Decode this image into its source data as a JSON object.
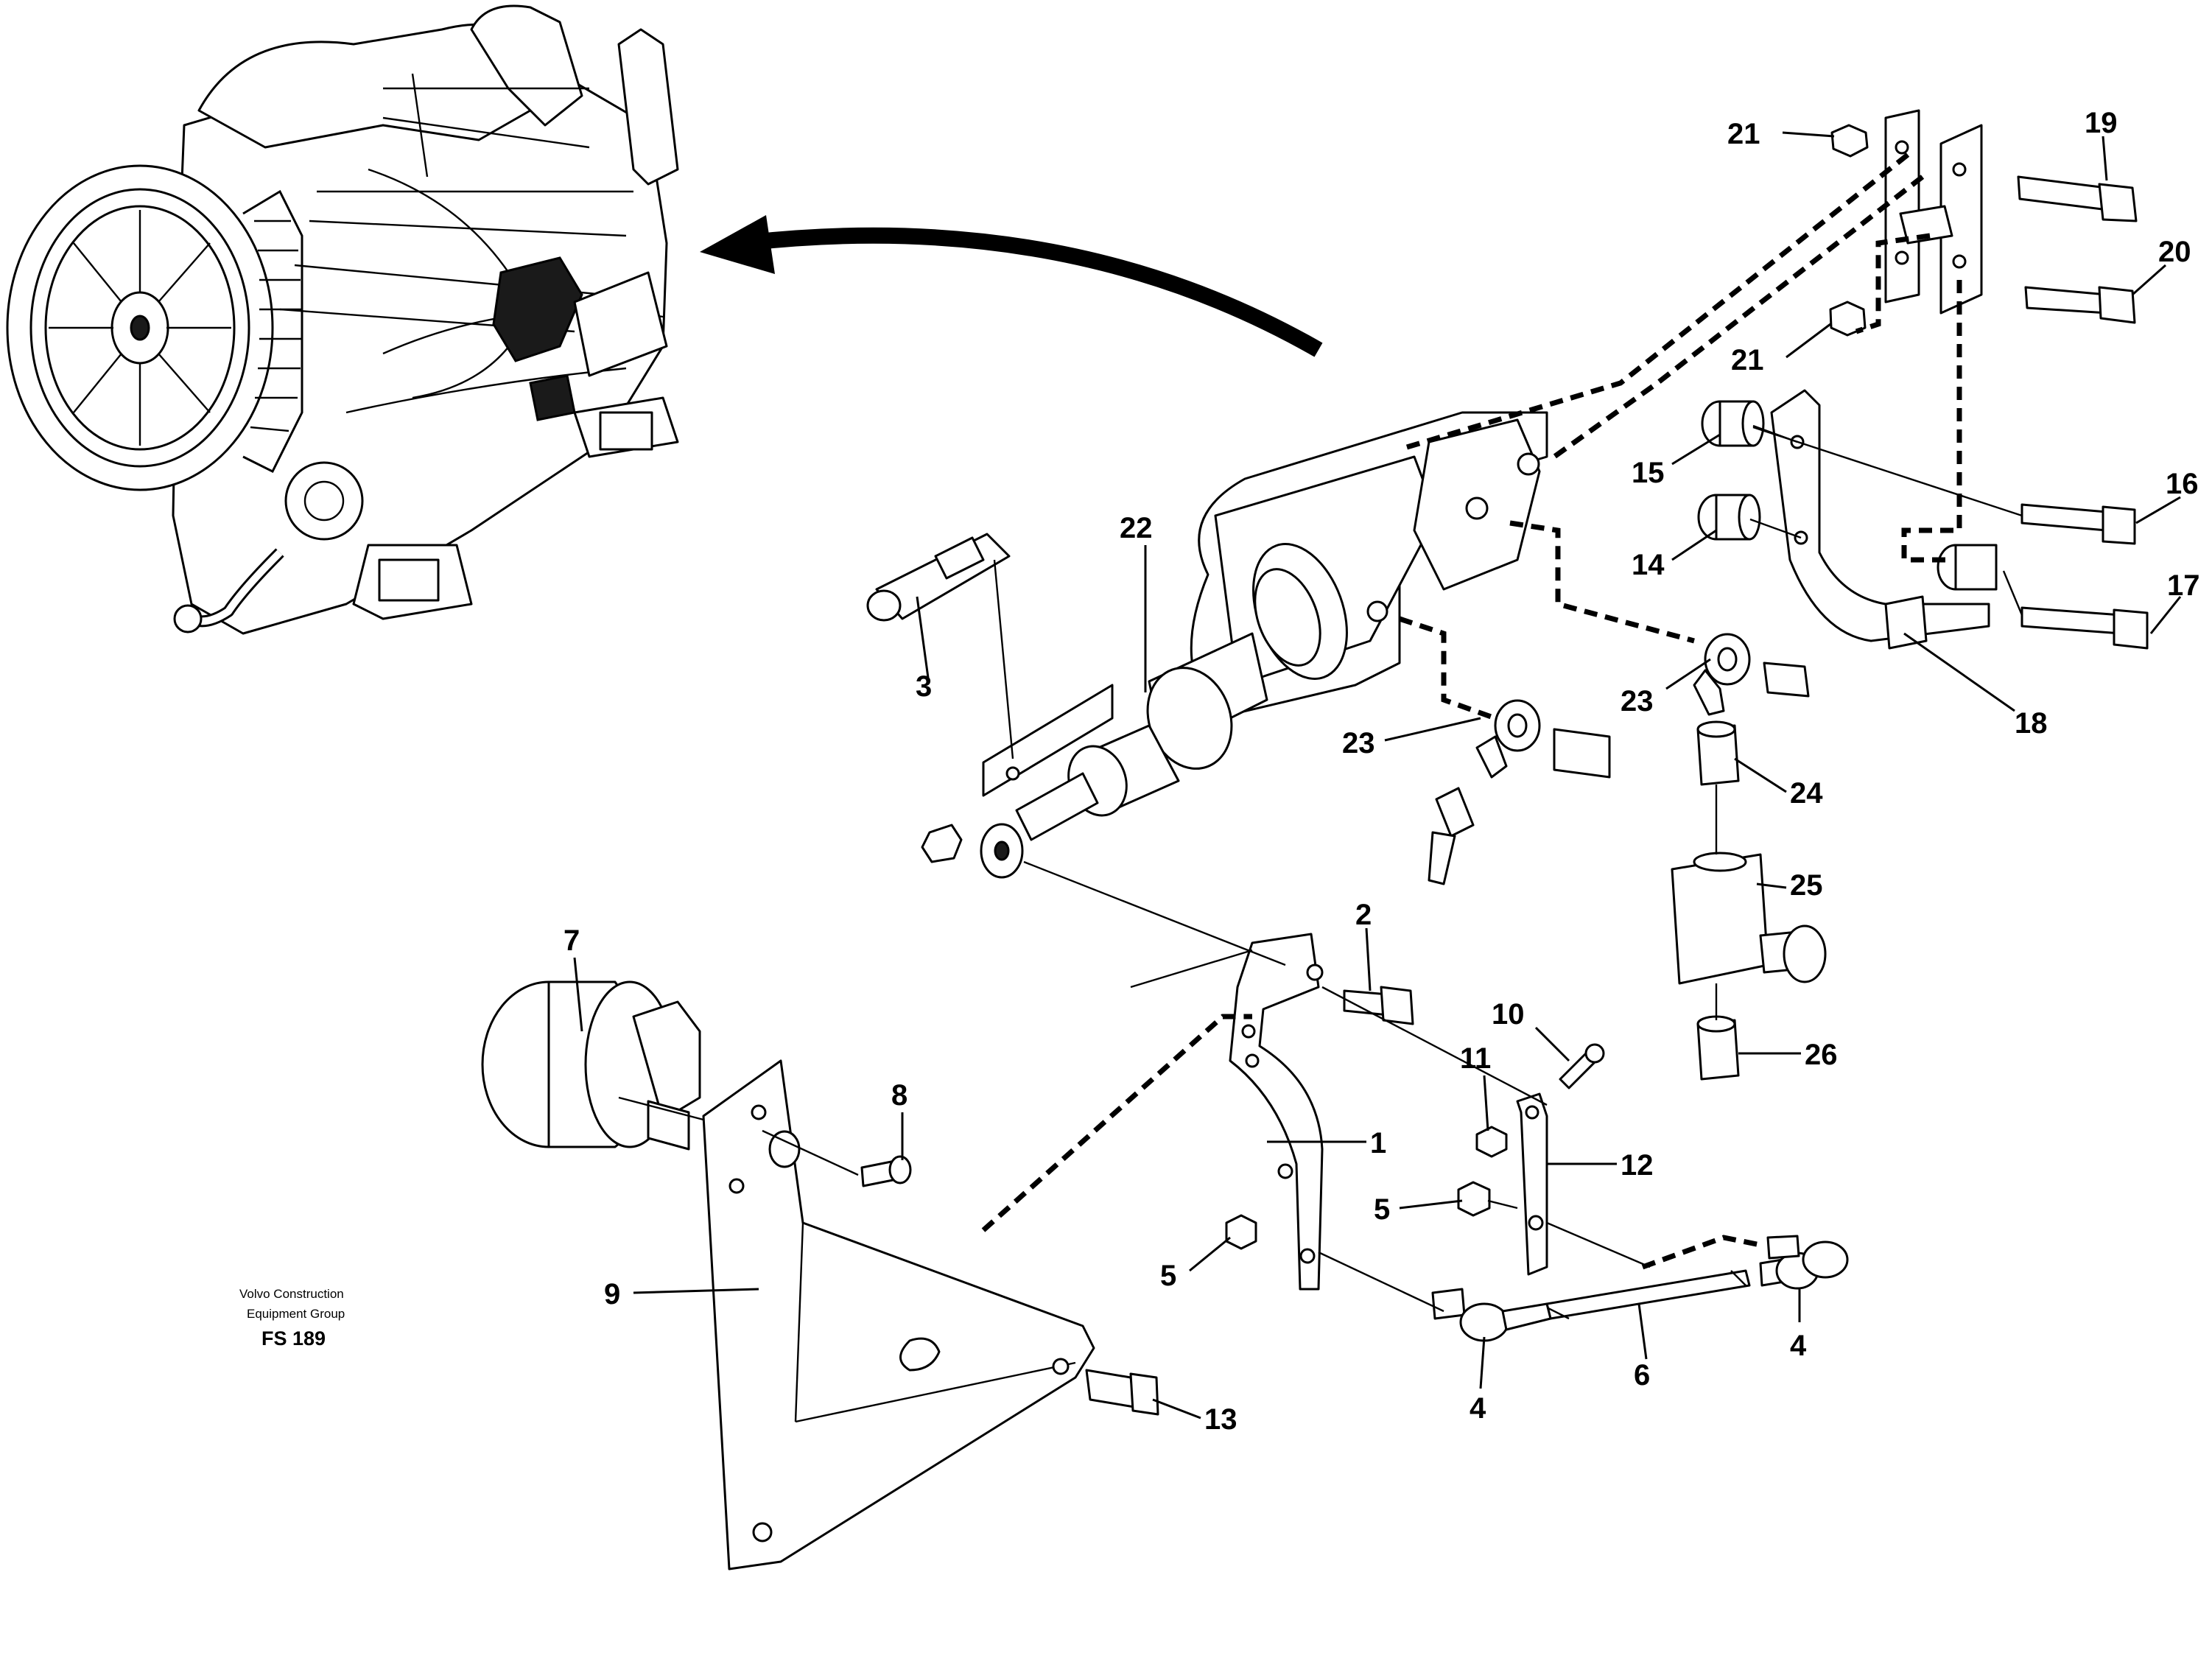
{
  "credit": {
    "line1": "Volvo Construction",
    "line2": "Equipment Group",
    "code": "FS 189"
  },
  "callouts": [
    {
      "id": "c21a",
      "text": "21"
    },
    {
      "id": "c19",
      "text": "19"
    },
    {
      "id": "c20",
      "text": "20"
    },
    {
      "id": "c21b",
      "text": "21"
    },
    {
      "id": "c15",
      "text": "15"
    },
    {
      "id": "c16",
      "text": "16"
    },
    {
      "id": "c14",
      "text": "14"
    },
    {
      "id": "c17",
      "text": "17"
    },
    {
      "id": "c18",
      "text": "18"
    },
    {
      "id": "c22",
      "text": "22"
    },
    {
      "id": "c3",
      "text": "3"
    },
    {
      "id": "c23a",
      "text": "23"
    },
    {
      "id": "c23b",
      "text": "23"
    },
    {
      "id": "c24",
      "text": "24"
    },
    {
      "id": "c25",
      "text": "25"
    },
    {
      "id": "c26",
      "text": "26"
    },
    {
      "id": "c2",
      "text": "2"
    },
    {
      "id": "c7",
      "text": "7"
    },
    {
      "id": "c8",
      "text": "8"
    },
    {
      "id": "c10",
      "text": "10"
    },
    {
      "id": "c11",
      "text": "11"
    },
    {
      "id": "c1",
      "text": "1"
    },
    {
      "id": "c12",
      "text": "12"
    },
    {
      "id": "c5a",
      "text": "5"
    },
    {
      "id": "c5b",
      "text": "5"
    },
    {
      "id": "c9",
      "text": "9"
    },
    {
      "id": "c4a",
      "text": "4"
    },
    {
      "id": "c6",
      "text": "6"
    },
    {
      "id": "c4b",
      "text": "4"
    },
    {
      "id": "c13",
      "text": "13"
    }
  ]
}
